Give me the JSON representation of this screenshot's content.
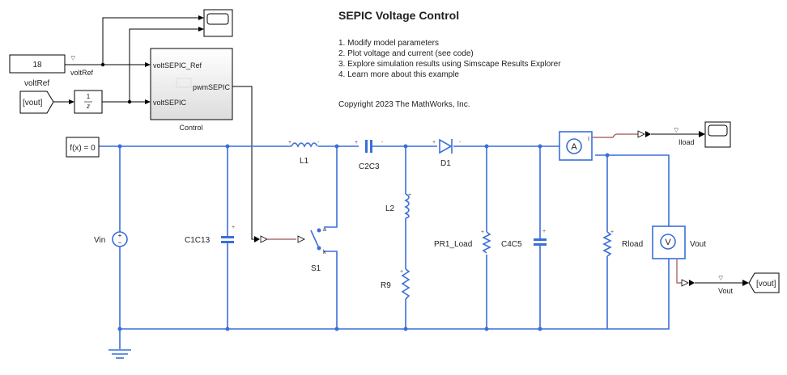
{
  "title": "SEPIC Voltage Control",
  "instructions": [
    "1. Modify model parameters",
    "2. Plot voltage and current (see code)",
    "3. Explore simulation results using Simscape Results Explorer",
    "4. Learn more about this example"
  ],
  "copyright": "Copyright 2023 The MathWorks, Inc.",
  "blocks": {
    "constant_value": "18",
    "constant_name": "voltRef",
    "voltref_signal": "voltRef",
    "from_vout": "[vout]",
    "unit_delay_num": "1",
    "unit_delay_den": "z",
    "control_in1": "voltSEPIC_Ref",
    "control_in2": "voltSEPIC",
    "control_out": "pwmSEPIC",
    "control_name": "Control",
    "solver": "f(x) = 0",
    "vin": "Vin",
    "c1c13": "C1C13",
    "l1": "L1",
    "s1": "S1",
    "s1_port_a": "a",
    "s1_port_k": "k",
    "c2c3": "C2C3",
    "l2": "L2",
    "r9": "R9",
    "d1": "D1",
    "pr1": "PR1_Load",
    "c4c5": "C4C5",
    "ammeter": "A",
    "ammeter_port": "I",
    "rload": "Rload",
    "voltmeter": "V",
    "voltmeter_name": "Vout",
    "iload_signal": "Iload",
    "vout_signal": "Vout",
    "goto_vout": "[vout]"
  },
  "colors": {
    "electrical": "#3a6fd8",
    "physical_signal": "#a05050",
    "signal": "#000000"
  }
}
